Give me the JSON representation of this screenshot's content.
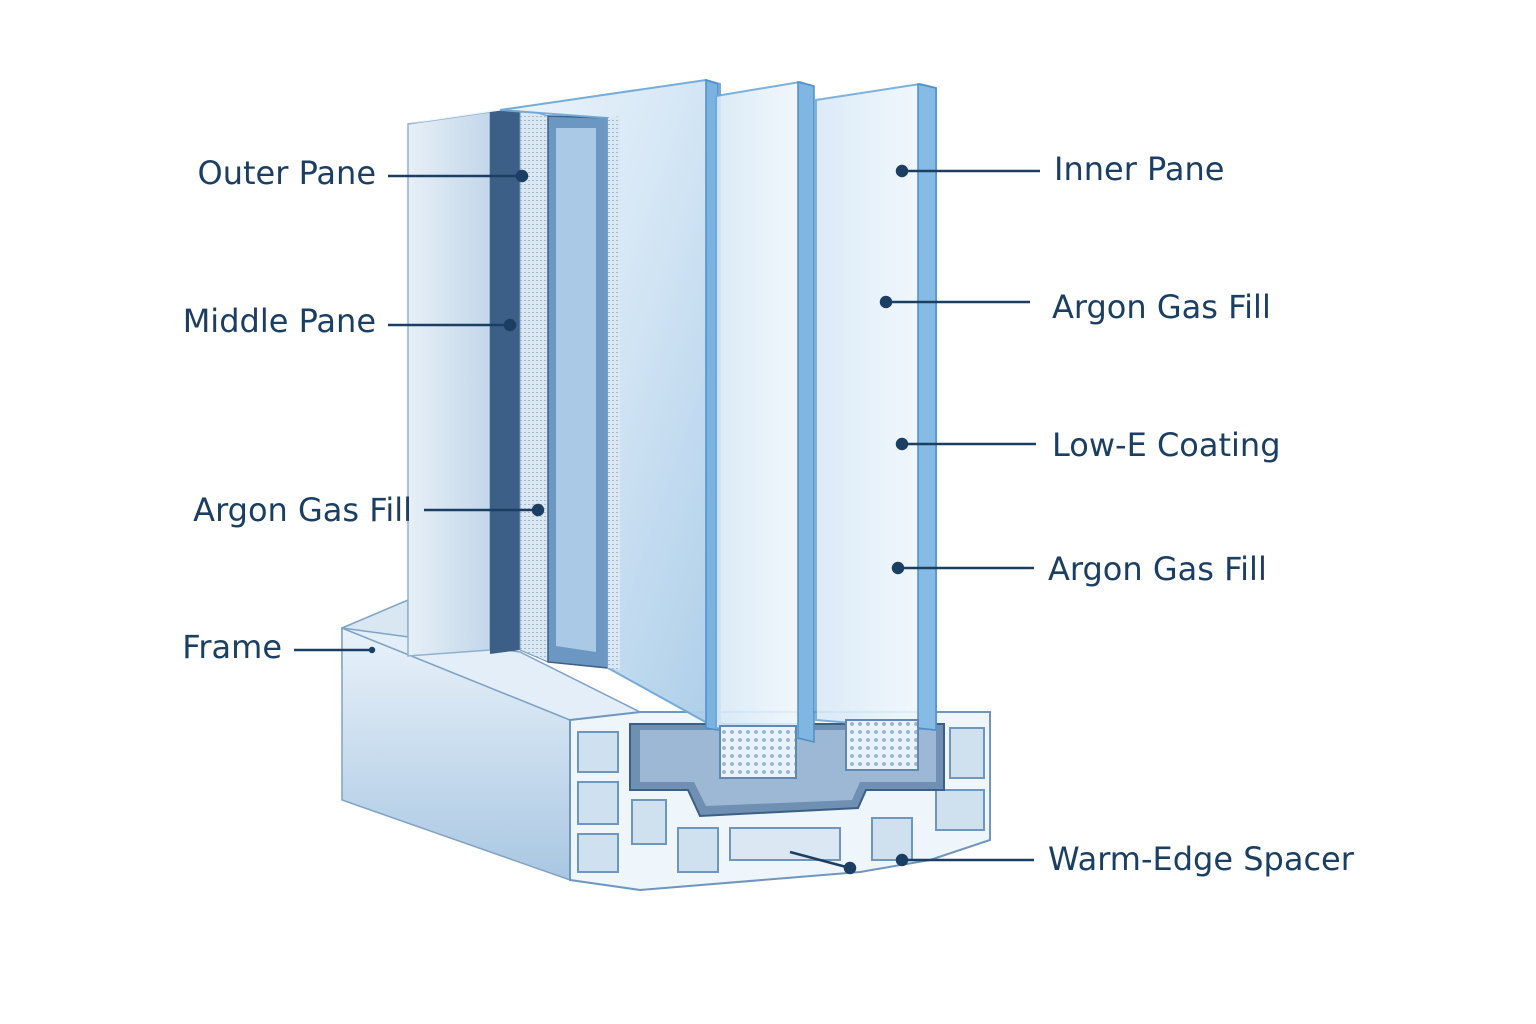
{
  "diagram": {
    "labels": {
      "outer_pane": "Outer Pane",
      "middle_pane": "Middle Pane",
      "argon_gas_fill_left": "Argon Gas Fill",
      "frame": "Frame",
      "inner_pane": "Inner Pane",
      "argon_gas_fill_right_1": "Argon Gas Fill",
      "low_e_coating": "Low-E Coating",
      "argon_gas_fill_right_2": "Argon Gas Fill",
      "warm_edge_spacer": "Warm-Edge Spacer"
    }
  },
  "colors": {
    "label_text": "#1b3e63",
    "leader_line": "#1b3e63",
    "glass_light": "#dcebf7",
    "glass_mid": "#a9cbe6",
    "glass_edge": "#6fa8d8",
    "frame_light": "#e3eef8",
    "frame_shadow": "#8fb2d2",
    "outer_edge_dark": "#3b5f86"
  }
}
